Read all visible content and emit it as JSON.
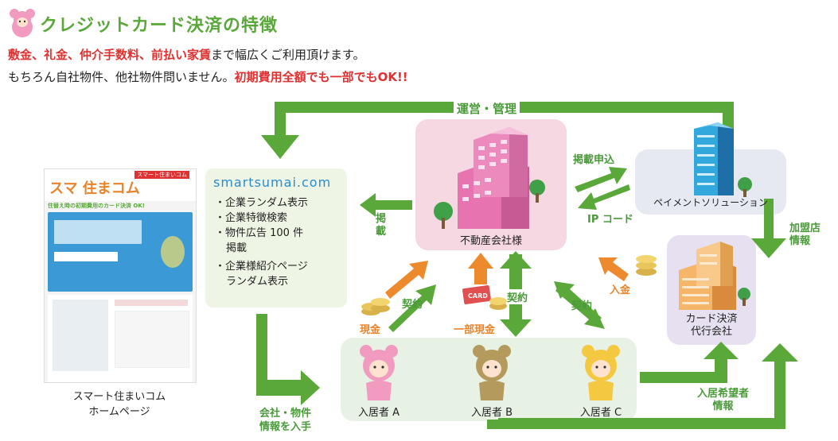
{
  "header": {
    "title": "クレジットカード決済の特徴",
    "line1_red": "敷金、礼金、仲介手数料、前払い家賃",
    "line1_rest": "まで幅広くご利用頂けます。",
    "line2_plain": "もちろん自社物件、他社物件問いません。",
    "line2_red": "初期費用全額でも一部でもOK!!"
  },
  "homepage": {
    "logo_small": "スマート住まいコム",
    "logo_main": "スマ 住まコム",
    "logo_tag": "スマ 住まコム",
    "tagline": "住替え時の初期費用のカード決済 OK!",
    "label_line1": "スマート住まいコム",
    "label_line2": "ホームページ"
  },
  "site": {
    "name": "smartsumai.com",
    "items": [
      "・企業ランダム表示",
      "・企業特徴検索",
      "・物件広告 100 件",
      "掲載",
      "・企業様紹介ページ",
      "ランダム表示"
    ]
  },
  "nodes": {
    "realestate": "不動産会社様",
    "payment": "ペイメントソリューション",
    "card_agent_1": "カード決済",
    "card_agent_2": "代行会社",
    "resident_a": "入居者 A",
    "resident_b": "入居者 B",
    "resident_c": "入居者 C"
  },
  "arrows": {
    "management": "運営・管理",
    "listing_v": "掲載",
    "listing_request": "掲載申込",
    "ip_code": "IP コード",
    "member_info_1": "加盟店",
    "member_info_2": "情報",
    "deposit": "入金",
    "contract": "契約",
    "cash": "現金",
    "partial_cash": "一部現金",
    "card_text": "CARD",
    "resident_info_1": "入居希望者",
    "resident_info_2": "情報",
    "company_info_1": "会社・物件",
    "company_info_2": "情報を入手"
  },
  "colors": {
    "green": "#5aa83a",
    "orange": "#ee8a2e",
    "red": "#e03030",
    "pink": "#f4d3de",
    "lavender": "#e8e2f0"
  }
}
